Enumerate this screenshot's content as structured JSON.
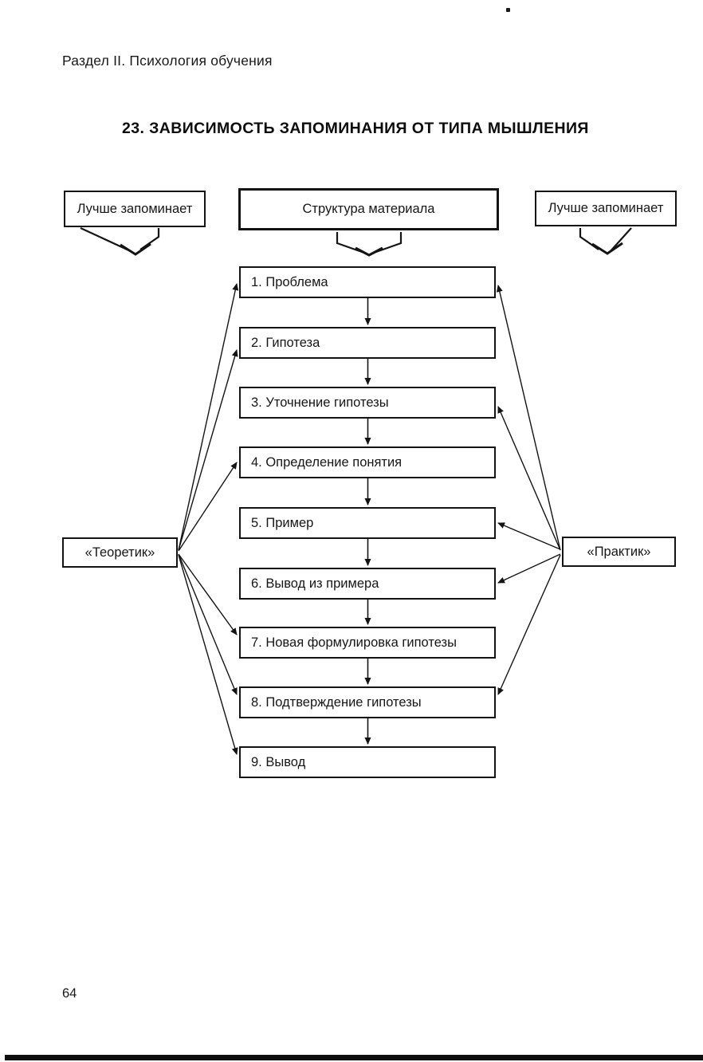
{
  "page": {
    "header": "Раздел II. Психология обучения",
    "title": "23. ЗАВИСИМОСТЬ ЗАПОМИНАНИЯ ОТ ТИПА МЫШЛЕНИЯ",
    "page_number": "64"
  },
  "diagram": {
    "top_boxes": [
      {
        "label": "Лучше запоминает"
      },
      {
        "label": "Структура материала"
      },
      {
        "label": "Лучше запоминает"
      }
    ],
    "side_boxes": {
      "left": "«Теоретик»",
      "right": "«Практик»"
    },
    "steps": [
      "1. Проблема",
      "2. Гипотеза",
      "3. Уточнение гипотезы",
      "4. Определение понятия",
      "5. Пример",
      "6. Вывод из примера",
      "7. Новая формулировка гипотезы",
      "8. Подтверждение гипотезы",
      "9. Вывод"
    ],
    "connections": {
      "sequence": [
        "1→2",
        "2→3",
        "3→4",
        "4→5",
        "5→6",
        "6→7",
        "7→8",
        "8→9"
      ],
      "theoretic_points_to_steps": [
        1,
        2,
        4,
        7,
        8,
        9
      ],
      "practic_points_to_steps": [
        1,
        3,
        5,
        6,
        8
      ]
    },
    "ink_color": "#161616",
    "background_color": "#ffffff"
  }
}
